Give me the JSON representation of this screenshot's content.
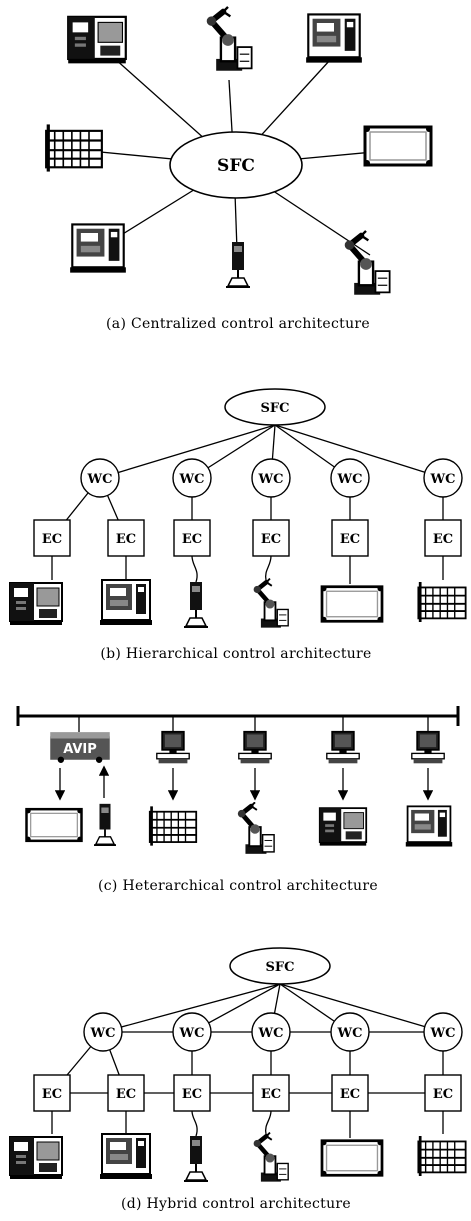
{
  "panels": {
    "a": {
      "caption": "(a)  Centralized control architecture",
      "hub": "SFC"
    },
    "b": {
      "caption": "(b)  Hierarchical control architecture",
      "root": "SFC",
      "wc": [
        "WC",
        "WC",
        "WC",
        "WC",
        "WC"
      ],
      "ec": [
        "EC",
        "EC",
        "EC",
        "EC",
        "EC",
        "EC"
      ]
    },
    "c": {
      "caption": "(c)  Heterarchical control architecture",
      "agv_label": "AVIP"
    },
    "d": {
      "caption": "(d)  Hybrid control architecture",
      "root": "SFC",
      "wc": [
        "WC",
        "WC",
        "WC",
        "WC",
        "WC"
      ],
      "ec": [
        "EC",
        "EC",
        "EC",
        "EC",
        "EC",
        "EC"
      ]
    }
  },
  "icons": [
    "cnc-lathe-icon",
    "robot-arm-icon",
    "machining-center-icon",
    "storage-rack-icon",
    "conveyor-icon",
    "inspection-probe-icon",
    "agv-icon",
    "computer-icon"
  ]
}
